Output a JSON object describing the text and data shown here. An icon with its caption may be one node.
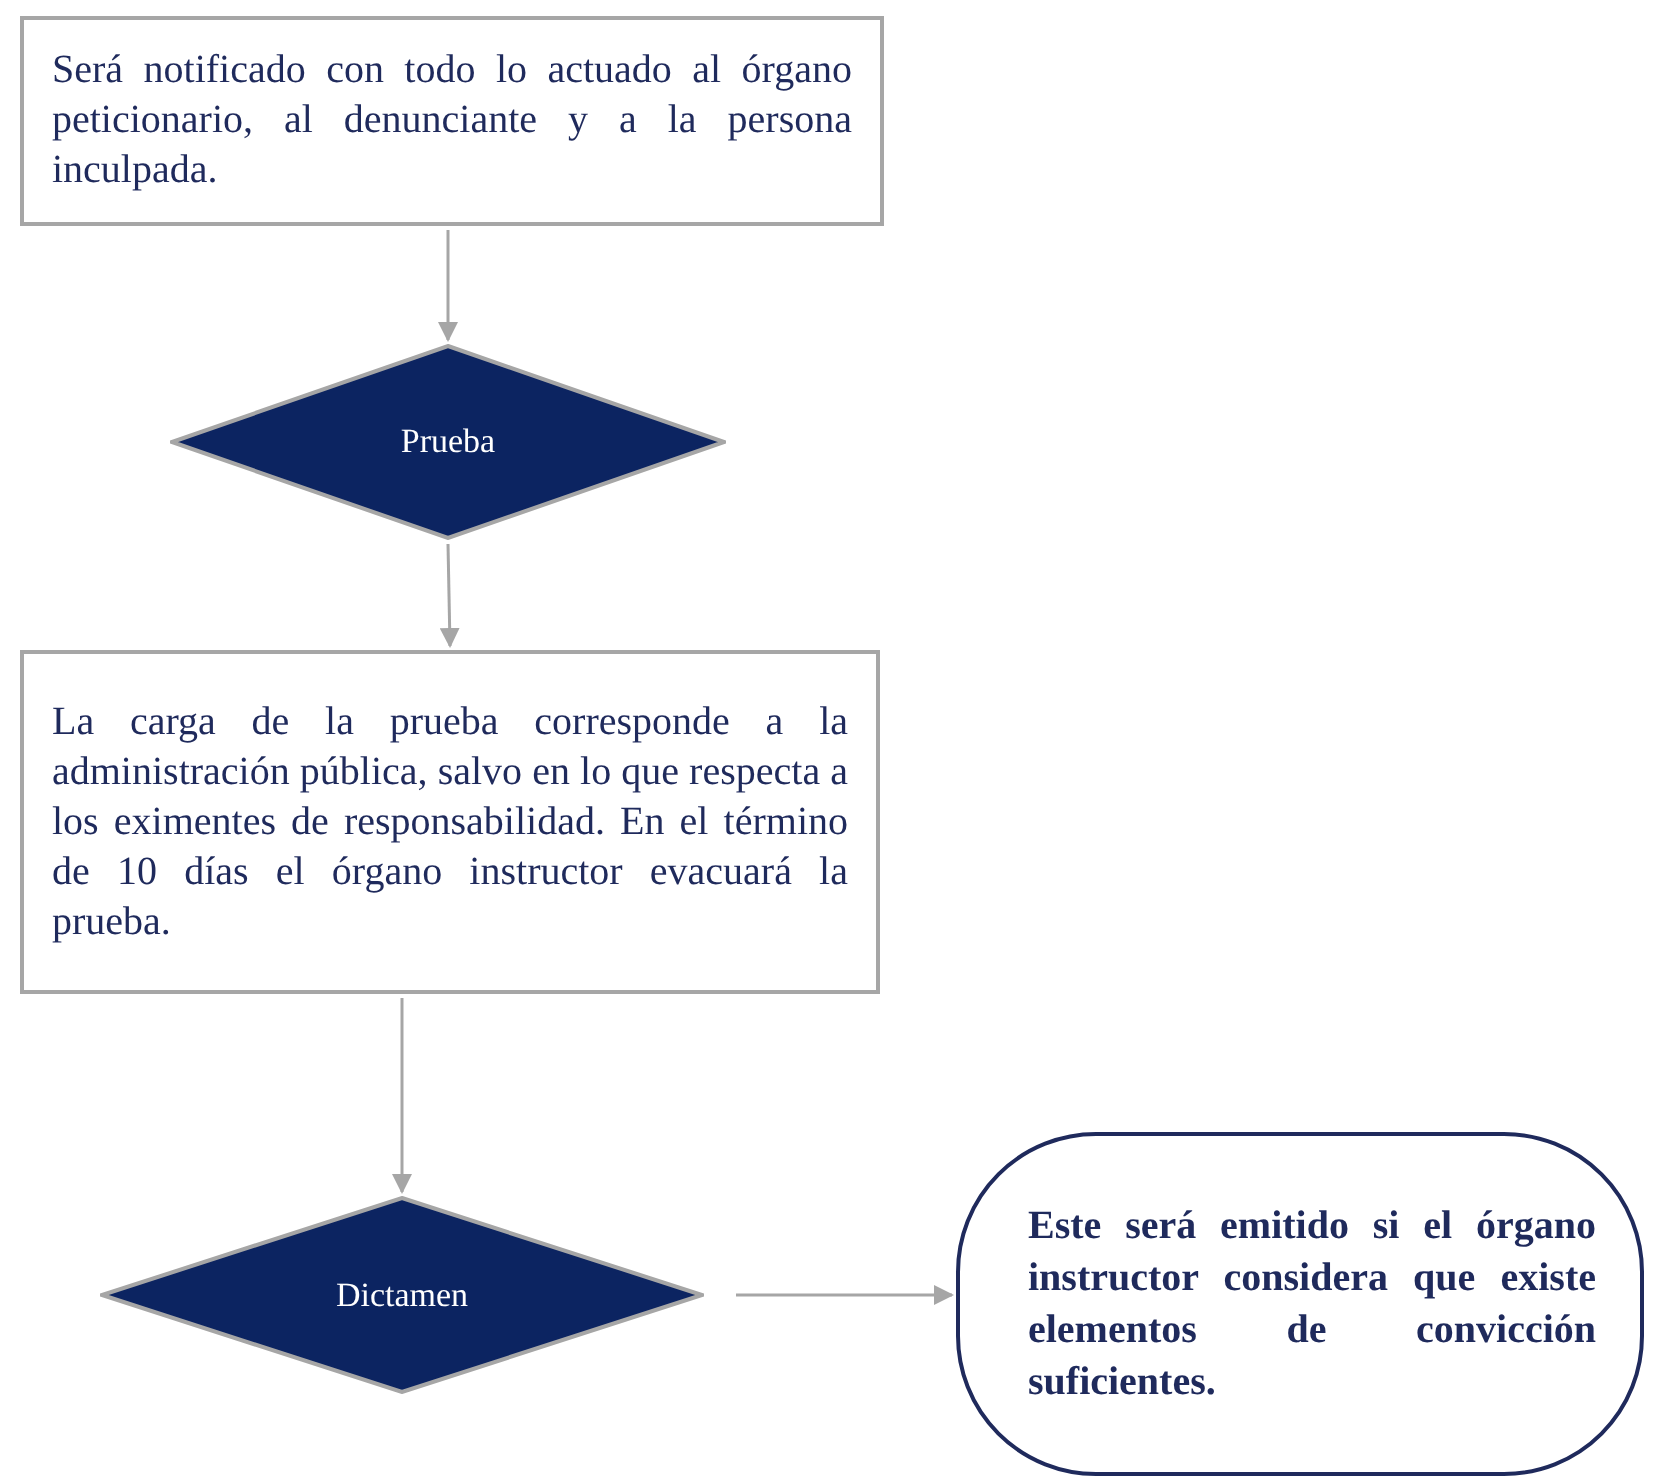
{
  "diagram": {
    "nodes": [
      {
        "text": [
          "Será notificado con todo lo actuado al órgano peticionario, al denunciante y a la persona inculpada."
        ]
      },
      {
        "text": [
          "Prueba"
        ]
      },
      {
        "text": [
          "La carga de la prueba corresponde a la administración pública, salvo en lo que respecta a los eximentes de responsabilidad. En el término de 10 días el órgano instructor evacuará la prueba."
        ]
      },
      {
        "text": [
          "Dictamen"
        ]
      },
      {
        "text": [
          "Este será emitido si el órgano instructor considera que existe elementos de convicción suficientes."
        ]
      }
    ],
    "edges": [
      {
        "from": 0,
        "to": 1,
        "arrow": "to"
      },
      {
        "from": 1,
        "to": 2,
        "arrow": "to"
      },
      {
        "from": 2,
        "to": 3,
        "arrow": "to"
      },
      {
        "from": 3,
        "to": 4,
        "arrow": "to"
      }
    ]
  }
}
